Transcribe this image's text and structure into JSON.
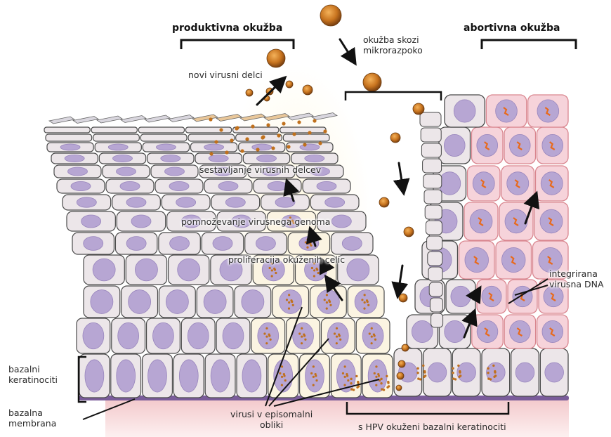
{
  "titles": {
    "productive": "produktivna okužba",
    "abortive": "abortivna okužba"
  },
  "labels": {
    "entry": "okužba skozi\nmikrorazpoko",
    "new_particles": "novi virusni delci",
    "assembly": "sestavljanje virusnih delcev",
    "genome_amp": "pomnoževanje virusnega genoma",
    "proliferation": "proliferacija okuženih celic",
    "integrated": "integrirana\nvirusna DNA",
    "basal_keratinocytes": "bazalni\nkeratinociti",
    "basal_membrane": "bazalna\nmembrana",
    "episomal": "virusi v episomalni\nobliki",
    "infected_basal": "s HPV okuženi bazalni keratinociti"
  },
  "colors": {
    "cell_fill": "#ece6e9",
    "cell_stroke": "#4a4a4a",
    "nucleus": "#b7a6d3",
    "infected_fill": "#fbf4e2",
    "abortive_fill": "#f6d3da",
    "abortive_stroke": "#d9868f",
    "virus": "#c0701c",
    "membrane": "#7a5c9a",
    "dermis": "#f5d9d9"
  }
}
